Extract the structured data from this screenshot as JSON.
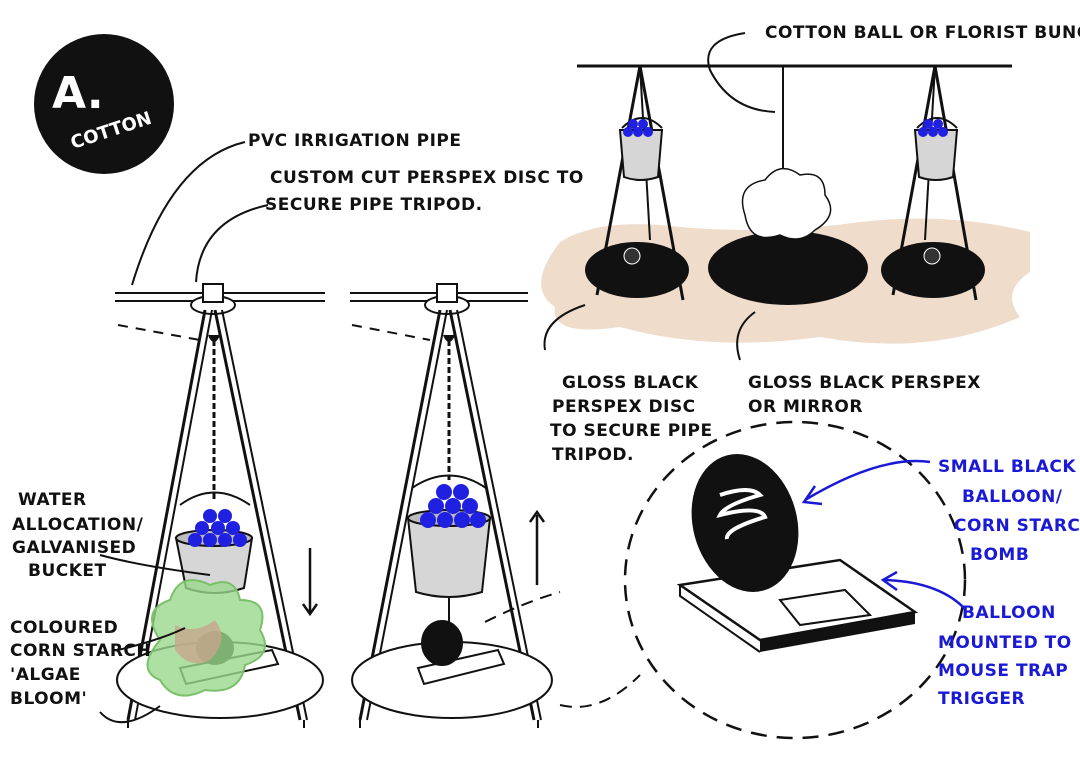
{
  "colors": {
    "ink": "#111111",
    "annotation_blue": "#1a1ad6",
    "ball_blue": "#2020e0",
    "sand": "#efdccb",
    "algae_green": "#9bd88c",
    "bucket_grey": "#d6d6d6",
    "background": "#ffffff"
  },
  "badge": {
    "letter": "A.",
    "word": "COTTON"
  },
  "labels": {
    "pvc_pipe": "PVC IRRIGATION PIPE",
    "perspex_disc_1": "CUSTOM CUT PERSPEX DISC TO",
    "perspex_disc_2": "SECURE PIPE TRIPOD.",
    "bucket_1": "WATER",
    "bucket_2": "ALLOCATION/",
    "bucket_3": "GALVANISED",
    "bucket_4": "BUCKET",
    "algae_1": "COLOURED",
    "algae_2": "CORN STARCH",
    "algae_3": "'ALGAE",
    "algae_4": "BLOOM'",
    "cotton": "COTTON BALL OR FLORIST BUNCH",
    "gloss_disc_1": "GLOSS BLACK",
    "gloss_disc_2": "PERSPEX DISC",
    "gloss_disc_3": "TO SECURE PIPE",
    "gloss_disc_4": "TRIPOD.",
    "gloss_mirror_1": "GLOSS BLACK PERSPEX",
    "gloss_mirror_2": "OR MIRROR",
    "balloon_1": "SMALL BLACK",
    "balloon_2": "BALLOON/",
    "balloon_3": "CORN STARCH",
    "balloon_4": "BOMB",
    "trap_1": "BALLOON",
    "trap_2": "MOUNTED TO",
    "trap_3": "MOUSE TRAP",
    "trap_4": "TRIGGER"
  },
  "icons": {
    "down_arrow": "down-arrow-icon",
    "up_arrow": "up-arrow-icon"
  }
}
